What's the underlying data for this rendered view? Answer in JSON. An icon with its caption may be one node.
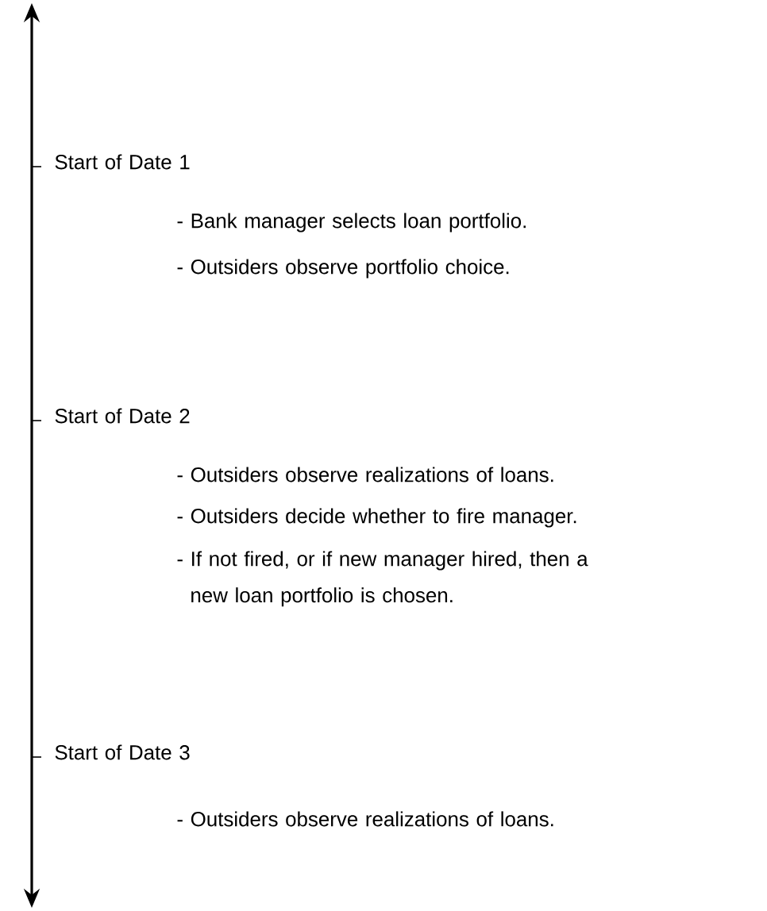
{
  "diagram": {
    "labels": [
      "Start of Date 1",
      "- Bank manager selects loan portfolio.",
      "- Outsiders observe portfolio choice.",
      "Start of Date 2",
      "- Outsiders observe realizations of loans.",
      "- Outsiders decide whether to fire manager.",
      "- If not fired, or if new manager hired, then a new loan portfolio is chosen.",
      "Start of Date 3",
      "- Outsiders observe realizations of loans."
    ]
  }
}
